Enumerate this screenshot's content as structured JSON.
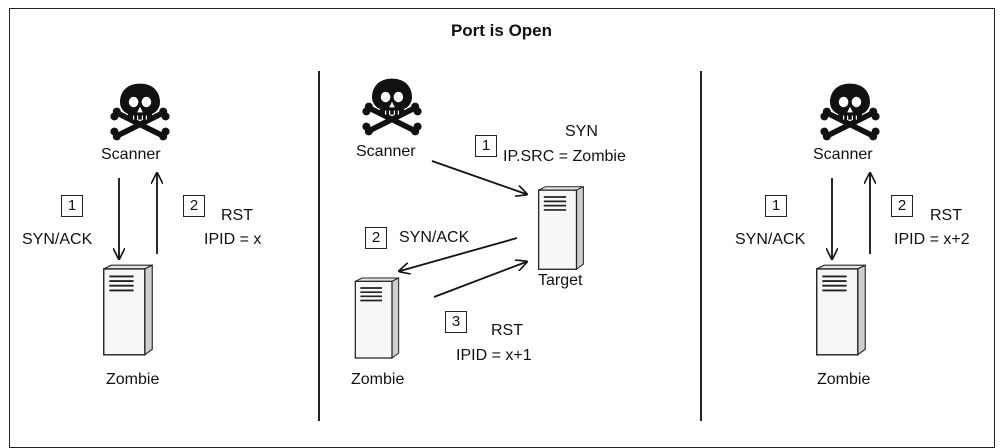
{
  "title": "Port is Open",
  "panel_left": {
    "scanner_label": "Scanner",
    "zombie_label": "Zombie",
    "step1_num": "1",
    "step1_label": "SYN/ACK",
    "step2_num": "2",
    "step2_label": "RST",
    "step2_ipid": "IPID = x"
  },
  "panel_middle": {
    "scanner_label": "Scanner",
    "target_label": "Target",
    "zombie_label": "Zombie",
    "step1_num": "1",
    "step1_label": "SYN",
    "step1_src": "IP.SRC = Zombie",
    "step2_num": "2",
    "step2_label": "SYN/ACK",
    "step3_num": "3",
    "step3_label": "RST",
    "step3_ipid": "IPID = x+1"
  },
  "panel_right": {
    "scanner_label": "Scanner",
    "zombie_label": "Zombie",
    "step1_num": "1",
    "step1_label": "SYN/ACK",
    "step2_num": "2",
    "step2_label": "RST",
    "step2_ipid": "IPID = x+2"
  }
}
